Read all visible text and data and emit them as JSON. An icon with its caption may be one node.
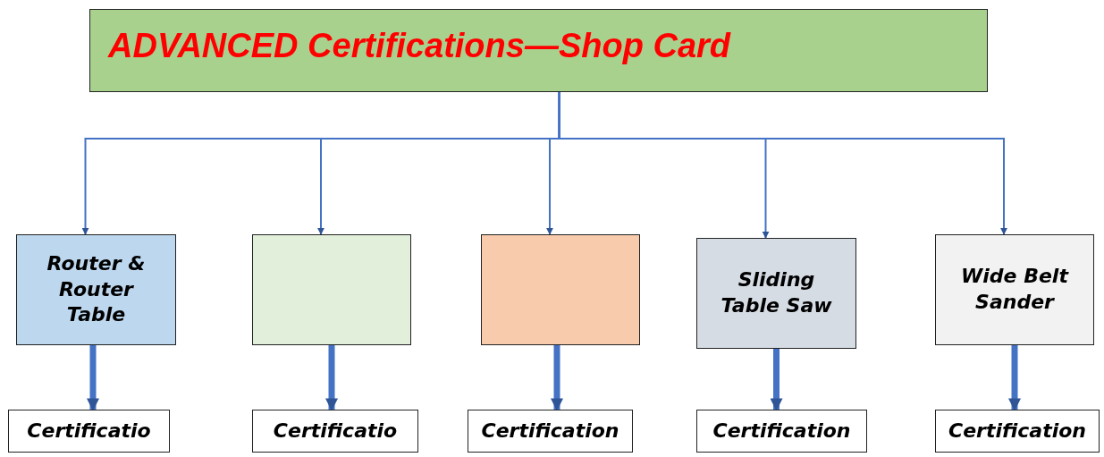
{
  "diagram": {
    "nodes": [
      {
        "text": [
          "ADVANCED Certifications—Shop Card"
        ]
      },
      {
        "text": [
          "Router & Router Table"
        ]
      },
      {
        "text": [],
        "shape": "box"
      },
      {
        "text": [],
        "shape": "box"
      },
      {
        "text": [
          "Sliding Table Saw"
        ]
      },
      {
        "text": [
          "Wide Belt Sander"
        ]
      },
      {
        "text": [
          "Certificatio"
        ]
      },
      {
        "text": [
          "Certificatio"
        ]
      },
      {
        "text": [
          "Certification"
        ]
      },
      {
        "text": [
          "Certification"
        ]
      },
      {
        "text": [
          "Certification"
        ]
      }
    ],
    "edges": [
      {
        "from": 0,
        "to": 1,
        "arrow": "to"
      },
      {
        "from": 0,
        "to": 2,
        "arrow": "to"
      },
      {
        "from": 0,
        "to": 3,
        "arrow": "to"
      },
      {
        "from": 0,
        "to": 4,
        "arrow": "to"
      },
      {
        "from": 0,
        "to": 5,
        "arrow": "to"
      },
      {
        "from": 1,
        "to": 6,
        "arrow": "to",
        "style": "thick"
      },
      {
        "from": 2,
        "to": 7,
        "arrow": "to",
        "style": "thick"
      },
      {
        "from": 3,
        "to": 8,
        "arrow": "to",
        "style": "thick"
      },
      {
        "from": 4,
        "to": 9,
        "arrow": "to",
        "style": "thick"
      },
      {
        "from": 5,
        "to": 10,
        "arrow": "to",
        "style": "thick"
      }
    ]
  }
}
